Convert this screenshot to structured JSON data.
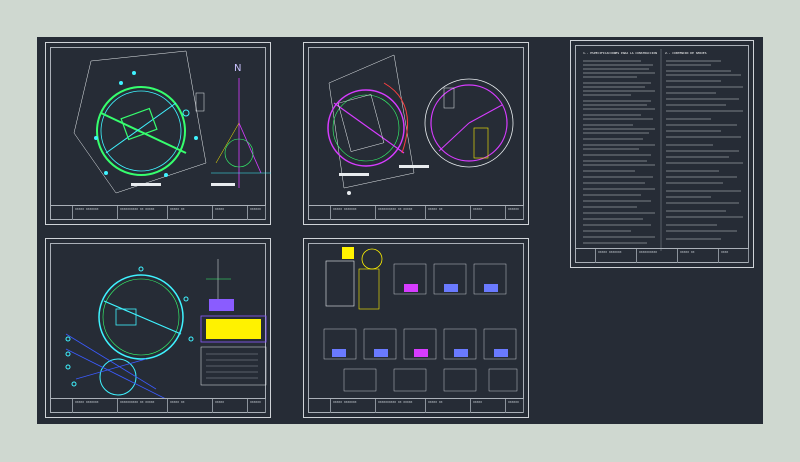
{
  "sheets": {
    "sheet1": {
      "north_label": "N",
      "title_block": [
        "XXXXX XXXXXXX",
        "XXXXXXXXXX XX XXXXX",
        "XXXXX XX",
        "XXXXX",
        "XXXXXX"
      ]
    },
    "sheet2": {
      "title_block": [
        "XXXXX XXXXXXX",
        "XXXXXXXXXX XX XXXXX",
        "XXXXX XX",
        "XXXXX",
        "XXXXXX"
      ]
    },
    "sheet3": {
      "title_block": [
        "XXXXX XXXXXXX",
        "XXXXXXXXXX XX XXXXX",
        "XXXXX XX",
        "XXXXX",
        "XXXXXX"
      ]
    },
    "sheet4": {
      "title_block": [
        "XXXXX XXXXXXX",
        "XXXXXXXXXX XX XXXXX",
        "XXXXX XX",
        "XXXXX",
        "XXXXXX"
      ]
    },
    "spec_sheet": {
      "col1_heading": "1.- ESPECIFICACIONES PARA LA CONSTRUCCION",
      "col2_heading": "2.- CONTENIDO DE SERIES",
      "title_block": [
        "XXXXX XXXXXXX",
        "XXXXXXXXXX",
        "XXXXX XX",
        "XXXX"
      ]
    }
  },
  "colors": {
    "background": "#cfd8d0",
    "canvas": "#262c36",
    "cyan": "#3ff3ff",
    "green": "#36ff6e",
    "magenta": "#d63cff",
    "yellow": "#fff200",
    "blue": "#3b5bff",
    "white": "#e8ecef"
  }
}
